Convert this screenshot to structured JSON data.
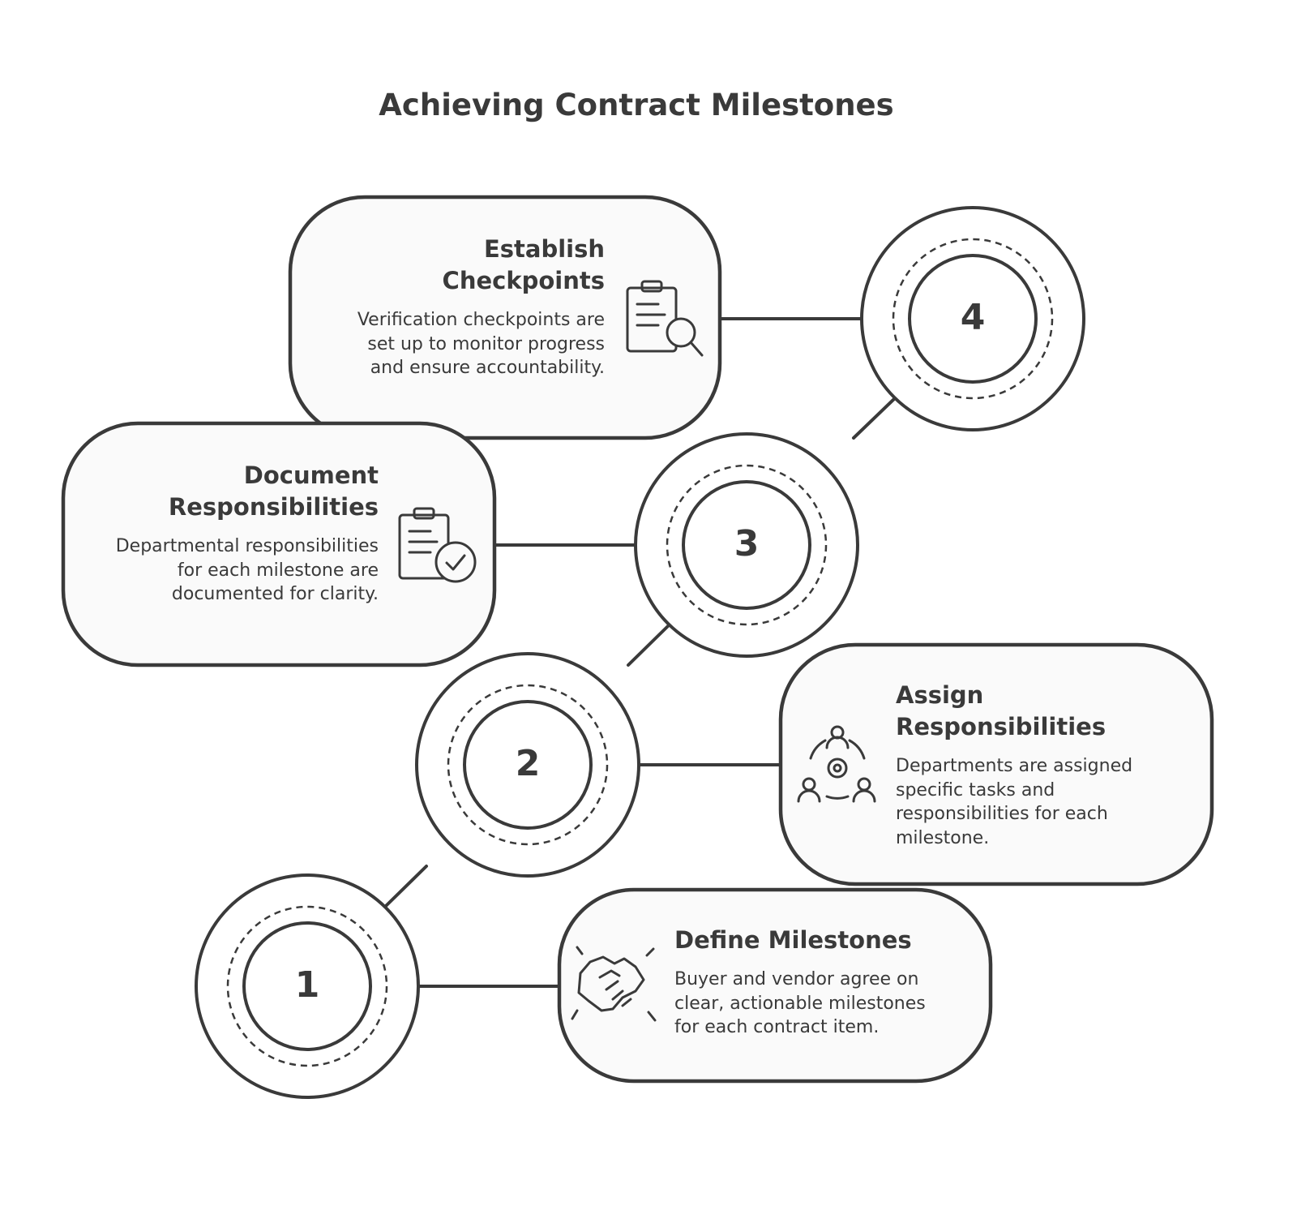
{
  "title": "Achieving Contract Milestones",
  "steps": [
    {
      "number": "1",
      "heading": "Define Milestones",
      "text": "Buyer and vendor agree on clear, actionable milestones for each contract item.",
      "icon": "handshake-icon"
    },
    {
      "number": "2",
      "heading": "Assign Responsibilities",
      "text": "Departments are assigned specific tasks and responsibilities for each milestone.",
      "icon": "team-gear-icon"
    },
    {
      "number": "3",
      "heading": "Document Responsibilities",
      "text": "Departmental responsibilities for each milestone are documented for clarity.",
      "icon": "clipboard-check-icon"
    },
    {
      "number": "4",
      "heading": "Establish Checkpoints",
      "text": "Verification checkpoints are set up to monitor progress and ensure accountability.",
      "icon": "clipboard-search-icon"
    }
  ],
  "colors": {
    "stroke": "#3a3a3a",
    "card_fill": "#fafafa",
    "background": "#ffffff"
  }
}
